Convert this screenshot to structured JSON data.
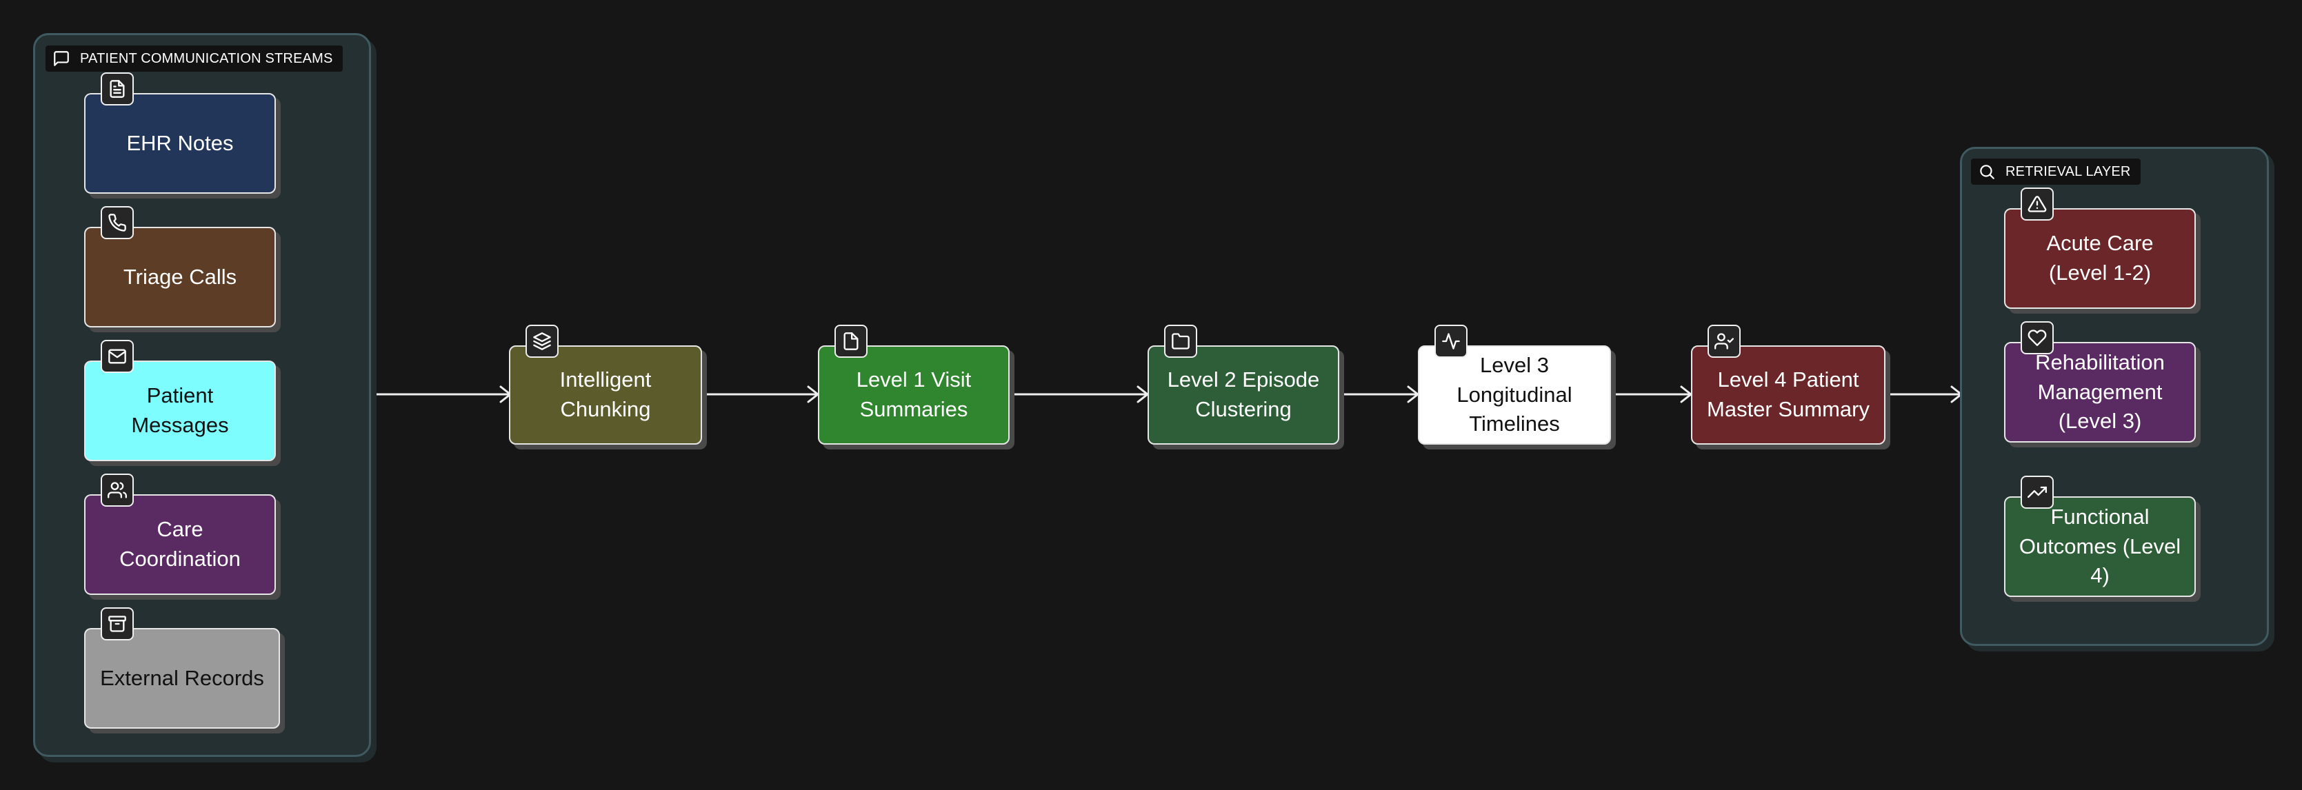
{
  "groups": {
    "streams": {
      "label": "PATIENT COMMUNICATION STREAMS"
    },
    "retrieval": {
      "label": "RETRIEVAL LAYER"
    }
  },
  "nodes": {
    "ehr_notes": "EHR Notes",
    "triage_calls": "Triage Calls",
    "patient_messages": "Patient Messages",
    "care_coordination": "Care Coordination",
    "external_records": "External Records",
    "intelligent_chunking": "Intelligent Chunking",
    "level1": "Level 1 Visit Summaries",
    "level2": "Level 2 Episode Clustering",
    "level3": "Level 3 Longitudinal Timelines",
    "level4": "Level 4 Patient Master Summary",
    "acute_care": "Acute Care (Level 1-2)",
    "rehab": "Rehabilitation Management (Level 3)",
    "functional": "Functional Outcomes (Level 4)"
  },
  "icons": {
    "streams_group": "message-square-icon",
    "retrieval_group": "search-icon",
    "ehr_notes": "file-text-icon",
    "triage_calls": "phone-icon",
    "patient_messages": "mail-icon",
    "care_coordination": "users-icon",
    "external_records": "archive-icon",
    "intelligent_chunking": "layers-icon",
    "level1": "file-icon",
    "level2": "folder-icon",
    "level3": "activity-icon",
    "level4": "user-check-icon",
    "acute_care": "alert-triangle-icon",
    "rehab": "heart-icon",
    "functional": "trending-up-icon"
  },
  "colors": {
    "background": "#161616",
    "group_fill": "#253033",
    "group_border": "#3f5a60",
    "ehr_notes": "#22365a",
    "triage_calls": "#5e3d27",
    "patient_messages": "#7dfdfe",
    "care_coordination": "#5a2a63",
    "external_records": "#9a9a9a",
    "intelligent_chunking": "#5c5b2c",
    "level1": "#2f862f",
    "level2": "#2d5e38",
    "level3": "#ffffff",
    "level4": "#6a2628",
    "acute_care": "#6a2628",
    "rehab": "#5a2a63",
    "functional": "#2d5e38",
    "edge": "#eeeeee"
  }
}
